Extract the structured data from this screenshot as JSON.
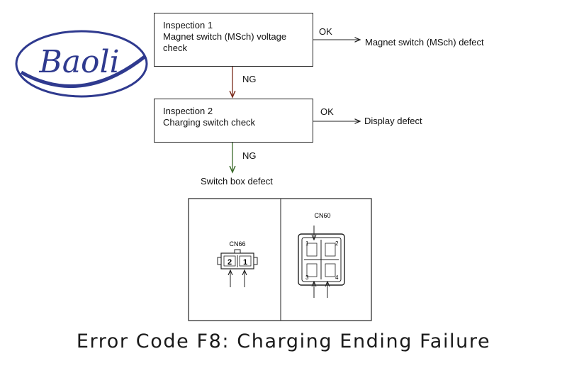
{
  "logo": {
    "text": "Baoli",
    "color": "#2f3a8f"
  },
  "flow": {
    "inspection1": {
      "title": "Inspection 1",
      "line2": "Magnet switch (MSch) voltage",
      "line3": "check"
    },
    "ok1_label": "OK",
    "result1": "Magnet switch (MSch) defect",
    "ng1_label": "NG",
    "inspection2": {
      "title": "Inspection 2",
      "line2": "Charging switch check"
    },
    "ok2_label": "OK",
    "result2": "Display defect",
    "ng2_label": "NG",
    "final": "Switch box defect"
  },
  "connectors": {
    "left": {
      "name": "CN66",
      "pins": [
        "2",
        "1"
      ]
    },
    "right": {
      "name": "CN60",
      "pins": [
        "1",
        "2",
        "3",
        "4"
      ]
    }
  },
  "caption": "Error Code F8: Charging Ending Failure",
  "colors": {
    "ng_arrow": "#7a2a1a",
    "ng_arrow2": "#3a6a2a"
  }
}
